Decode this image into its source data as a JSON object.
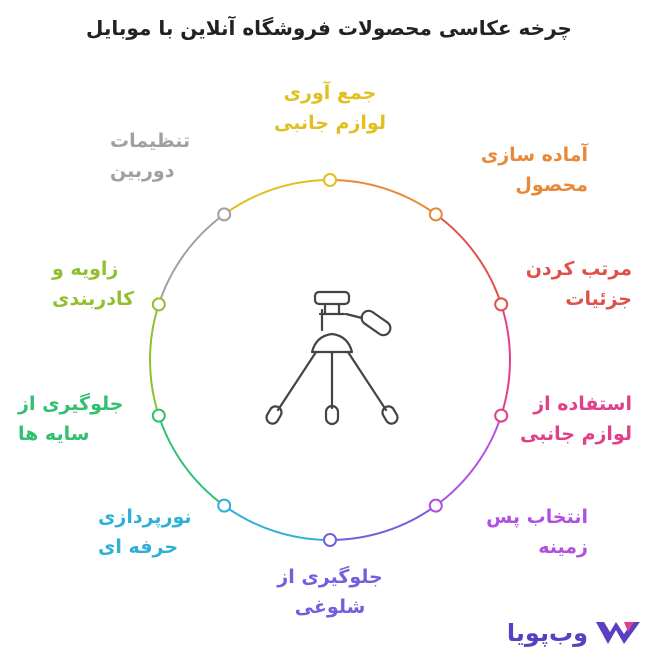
{
  "title": "چرخه عکاسی محصولات فروشگاه آنلاین با موبایل",
  "center_icon": "tripod-icon",
  "steps": [
    {
      "line1": "جمع آوری",
      "line2": "لوازم جانبی",
      "color": "#e0c020"
    },
    {
      "line1": "آماده سازی",
      "line2": "محصول",
      "color": "#e8893a"
    },
    {
      "line1": "مرتب کردن",
      "line2": "جزئیات",
      "color": "#e0504a"
    },
    {
      "line1": "استفاده از",
      "line2": "لوازم جانبی",
      "color": "#e0408a"
    },
    {
      "line1": "انتخاب پس",
      "line2": "زمینه",
      "color": "#b050e0"
    },
    {
      "line1": "جلوگیری از",
      "line2": "شلوغی",
      "color": "#7060e0"
    },
    {
      "line1": "نورپردازی",
      "line2": "حرفه ای",
      "color": "#30b0d8"
    },
    {
      "line1": "جلوگیری از",
      "line2": "سایه ها",
      "color": "#30c070"
    },
    {
      "line1": "زاویه و",
      "line2": "کادربندی",
      "color": "#90c030"
    },
    {
      "line1": "تنظیمات",
      "line2": "دوربین",
      "color": "#a0a0a0"
    }
  ],
  "logo": {
    "text": "وب‌پویا",
    "color": "#5a3fc0",
    "icon": "webpouya-logo-icon"
  }
}
